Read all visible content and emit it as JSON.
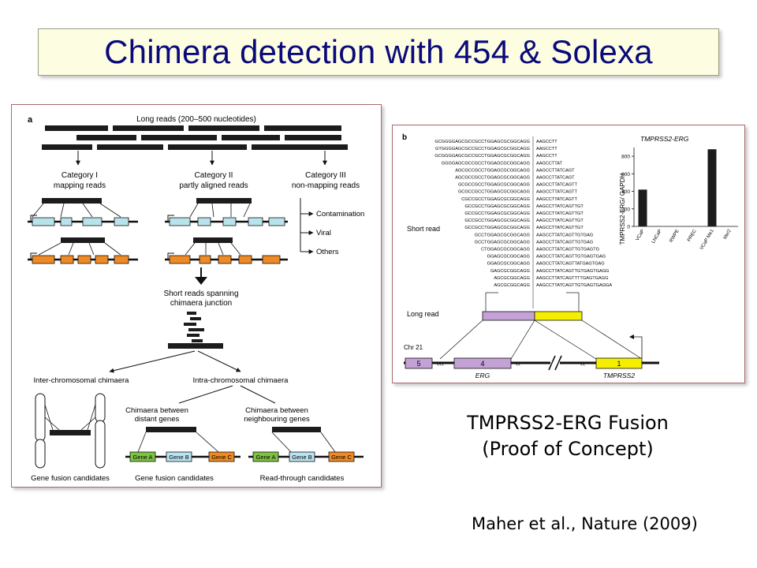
{
  "title": "Chimera detection with 454 & Solexa",
  "panel_a": {
    "label": "a",
    "long_reads_label": "Long reads (200–500 nucleotides)",
    "categories": [
      {
        "line1": "Category I",
        "line2": "mapping reads"
      },
      {
        "line1": "Category II",
        "line2": "partly aligned reads"
      },
      {
        "line1": "Category III",
        "line2": "non-mapping reads"
      }
    ],
    "outcomes": [
      "Contamination",
      "Viral",
      "Others"
    ],
    "spanning_line1": "Short reads spanning",
    "spanning_line2": "chimaera junction",
    "inter_label": "Inter-chromosomal chimaera",
    "intra_label": "Intra-chromosomal chimaera",
    "distant_line1": "Chimaera between",
    "distant_line2": "distant genes",
    "neighbour_line1": "Chimaera between",
    "neighbour_line2": "neighbouring genes",
    "genes": [
      "Gene A",
      "Gene B",
      "Gene C"
    ],
    "gene_fusion_candidates": "Gene fusion candidates",
    "read_through_candidates": "Read-through candidates"
  },
  "panel_b": {
    "label": "b",
    "short_reads_left": [
      "GCGGGGAGCGCCGCCTGGAGCGCGGCAGG",
      "GTGGGGAGCGCCGCCTGGAGCGCGGCAGG",
      "GCGGGGAGCGCCGCCTGGAGCGCGGCAGG",
      "GGGGAGCGCCGCCTGGAGCGCGGCAGG",
      "AGCGCCGCCTGGAGCGCGGCAGG",
      "AGCGCCGCCTGGAGCGCGGCAGG",
      "GCGCCGCCTGGAGCGCGGCAGG",
      "GCGCCGCCTGGAGCGCGGCAGG",
      "CGCCGCCTGGAGCGCGGCAGG",
      "GCCGCCTGGAGCGCGGCAGG",
      "GCCGCCTGGAGCGCGGCAGG",
      "GCCGCCTGGAGCGCGGCAGG",
      "GCCGCCTGGAGCGCGGCAGG",
      "GCCTGGAGCGCGGCAGG",
      "GCCTGGAGCGCGGCAGG",
      "CTGGAGCGCGGCAGG",
      "GGAGCGCGGCAGG",
      "GGAGCGCGGCAGG",
      "GAGCGCGGCAGG",
      "AGCGCGGCAGG",
      "AGCGCGGCAGG"
    ],
    "short_reads_right": [
      "AAGCCTT",
      "AAGCCTT",
      "AAGCCTT",
      "AAGCCTTAT",
      "AAGCCTTATCAGT",
      "AAGCCTTATCAGT",
      "AAGCCTTATCAGTT",
      "AAGCCTTATCAGTT",
      "AAGCCTTATCAGTT",
      "AAGCCTTATCAGTTGT",
      "AAGCCTTATCAGTTGT",
      "AAGCCTTATCAGTTGT",
      "AAGCCTTATCAGTTGT",
      "AAGCCTTATCAGTTGTGAG",
      "AAGCCTTATCAGTTGTGAG",
      "AAGCCTTATCAGTTGTGAGTG",
      "AAGCCTTATCAGTTGTGAGTGAG",
      "AAGCCTTATCAGTTATGAGTGAG",
      "AAGCCTTATCAGTTGTGAGTGAGG",
      "AAGCCTTATCAGTTTTGAGTGAGG",
      "AAGCCTTATCAGTTGTGAGTGAGGA"
    ],
    "short_read_label": "Short read",
    "long_read_label": "Long read",
    "chr_label": "Chr 21",
    "exon_left_5": "5",
    "exon_left_4": "4",
    "exon_right_1": "1",
    "gene_left": "ERG",
    "gene_right": "TMPRSS2"
  },
  "chart_data": {
    "type": "bar",
    "title": "TMPRSS2-ERG",
    "ylabel": "TMPRSS2-ERG/ GAPDH",
    "categories": [
      "VCaP",
      "LNCaP",
      "RWPE",
      "PREC",
      "VCaP Me1",
      "Me/2"
    ],
    "values": [
      420,
      0,
      0,
      0,
      880,
      0
    ],
    "yticks": [
      0,
      200,
      400,
      600,
      800
    ],
    "ylim": [
      0,
      900
    ],
    "grid": false
  },
  "caption": {
    "line1": "TMPRSS2-ERG Fusion",
    "line2": "(Proof of Concept)"
  },
  "citation": "Maher et al., Nature (2009)",
  "colors": {
    "title_text": "#0a0a7a",
    "title_bg": "#fdfde2",
    "cyan_exon": "#b9e3ea",
    "orange_exon": "#f08a24",
    "purple_exon": "#c4a2d6",
    "yellow_exon": "#f4ef00",
    "gene_a": "#7ec242",
    "gene_b": "#b8e3ef",
    "gene_c": "#f08a24",
    "panel_border": "#a86a6a"
  }
}
